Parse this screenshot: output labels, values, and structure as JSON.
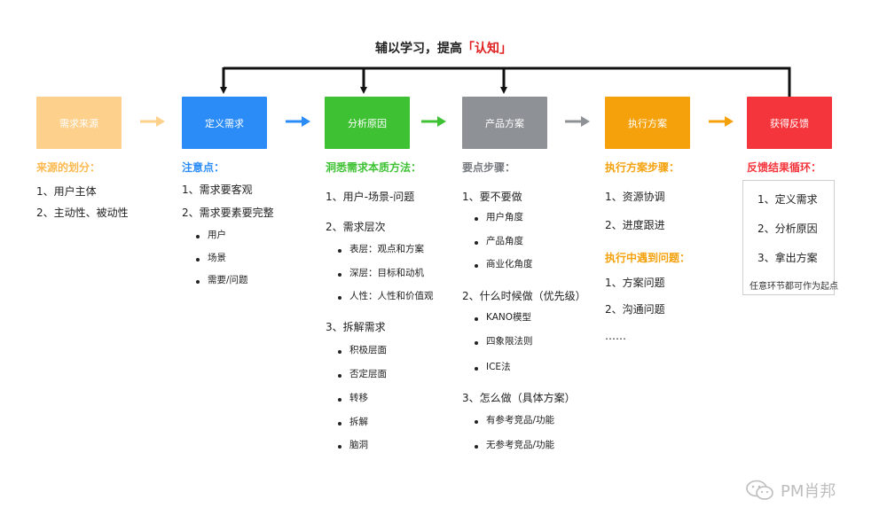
{
  "caption": {
    "prefix": "辅以学习，提高",
    "highlight": "「认知」"
  },
  "colors": {
    "source": "#fdd08c",
    "define": "#2b8cf7",
    "analyze": "#3ec233",
    "product": "#8e9296",
    "execute": "#f5a10c",
    "feedback": "#f4363c"
  },
  "steps": [
    {
      "label": "需求来源"
    },
    {
      "label": "定义需求"
    },
    {
      "label": "分析原因"
    },
    {
      "label": "产品方案"
    },
    {
      "label": "执行方案"
    },
    {
      "label": "获得反馈"
    }
  ],
  "columns": {
    "source": {
      "title": "来源的划分：",
      "items": [
        "1、用户主体",
        "2、主动性、被动性"
      ]
    },
    "define": {
      "title": "注意点：",
      "items": [
        "1、需求要客观",
        "2、需求要素要完整"
      ],
      "subs": [
        "用户",
        "场景",
        "需要/问题"
      ]
    },
    "analyze": {
      "title": "洞悉需求本质方法：",
      "items": [
        "1、用户-场景-问题",
        "2、需求层次",
        "3、拆解需求"
      ],
      "subs_layers": [
        "表层：观点和方案",
        "深层：目标和动机",
        "人性：人性和价值观"
      ],
      "subs_split": [
        "积极层面",
        "否定层面",
        "转移",
        "拆解",
        "脑洞"
      ]
    },
    "product": {
      "title": "要点步骤：",
      "items": [
        "1、要不要做",
        "2、什么时候做（优先级）",
        "3、怎么做（具体方案）"
      ],
      "subs_whether": [
        "用户角度",
        "产品角度",
        "商业化角度"
      ],
      "subs_when": [
        "KANO模型",
        "四象限法则",
        "ICE法"
      ],
      "subs_how": [
        "有参考竞品/功能",
        "无参考竞品/功能"
      ]
    },
    "execute": {
      "title": "执行方案步骤：",
      "items": [
        "1、资源协调",
        "2、进度跟进"
      ],
      "title2": "执行中遇到问题：",
      "items2": [
        "1、方案问题",
        "2、沟通问题",
        "……"
      ]
    },
    "feedback": {
      "title": "反馈结果循环：",
      "items": [
        "1、定义需求",
        "2、分析原因",
        "3、拿出方案"
      ],
      "note": "任意环节都可作为起点"
    }
  },
  "watermark": {
    "text": "PM肖邦",
    "icon": "wechat-icon"
  }
}
